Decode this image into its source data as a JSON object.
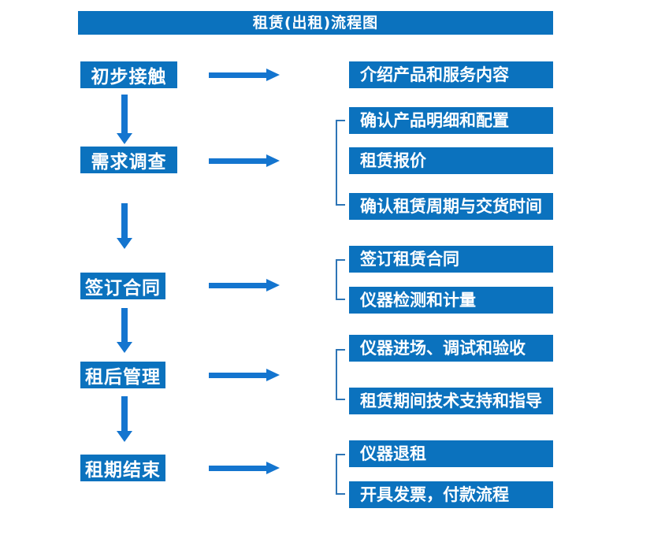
{
  "title": "租赁(出租)流程图",
  "colors": {
    "box_blue": "#0b72be",
    "arrow_blue": "#1475cf",
    "bracket_blue": "#2e75b6",
    "text": "#ffffff",
    "background": "#ffffff"
  },
  "flow": {
    "steps": [
      {
        "label": "初步接触",
        "details": [
          "介绍产品和服务内容"
        ]
      },
      {
        "label": "需求调查",
        "details": [
          "确认产品明细和配置",
          "租赁报价",
          "确认租赁周期与交货时间"
        ]
      },
      {
        "label": "签订合同",
        "details": [
          "签订租赁合同",
          "仪器检测和计量"
        ]
      },
      {
        "label": "租后管理",
        "details": [
          "仪器进场、调试和验收",
          "租赁期间技术支持和指导"
        ]
      },
      {
        "label": "租期结束",
        "details": [
          "仪器退租",
          "开具发票，付款流程"
        ]
      }
    ]
  }
}
